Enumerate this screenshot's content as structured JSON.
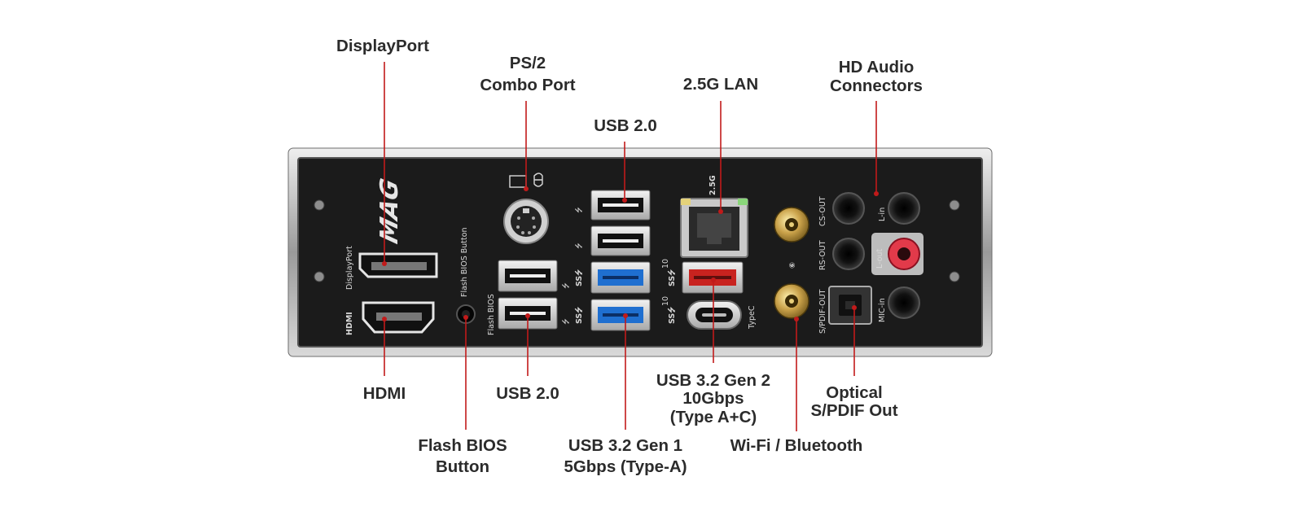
{
  "callouts": {
    "displayport": "DisplayPort",
    "ps2_line1": "PS/2",
    "ps2_line2": "Combo Port",
    "usb20_top": "USB 2.0",
    "lan": "2.5G LAN",
    "hd_audio_line1": "HD Audio",
    "hd_audio_line2": "Connectors",
    "hdmi": "HDMI",
    "usb20_bottom": "USB 2.0",
    "usb32g2_line1": "USB 3.2 Gen 2",
    "usb32g2_line2": "10Gbps",
    "usb32g2_line3": "(Type A+C)",
    "optical_line1": "Optical",
    "optical_line2": "S/PDIF Out",
    "flash_line1": "Flash BIOS",
    "flash_line2": "Button",
    "usb32g1_line1": "USB 3.2 Gen 1",
    "usb32g1_line2": "5Gbps (Type-A)",
    "wifi": "Wi-Fi / Bluetooth"
  },
  "panel_print": {
    "logo": "MAG",
    "displayport": "DisplayPort",
    "hdmi": "HDMI",
    "flash_bios_button": "Flash BIOS Button",
    "flash_bios": "Flash BIOS",
    "lan_speed": "2.5G",
    "ss10_a": "10",
    "ss10_b": "10",
    "typec": "TypeC",
    "cs_out": "CS-OUT",
    "rs_out": "RS-OUT",
    "spdif_out": "S/PDIF-OUT",
    "line_in": "L-in",
    "line_out": "L-out",
    "mic_in": "MIC-in"
  },
  "colors": {
    "leader_red": "#c11a1a",
    "usb3_blue": "#1f6fd0",
    "usb32g2_red": "#c8231f",
    "audio_pink": "#e23a4a"
  }
}
